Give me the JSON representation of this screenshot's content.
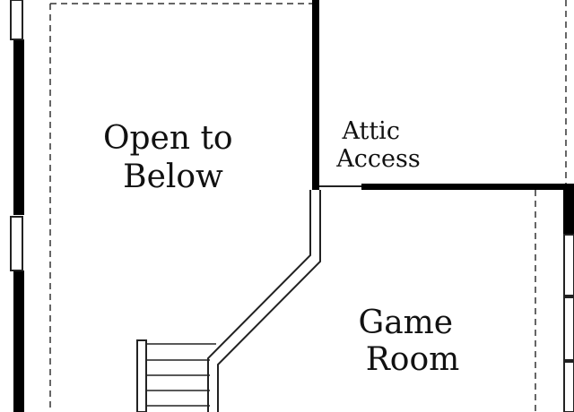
{
  "floor_plan": {
    "rooms": [
      {
        "id": "open_to_below",
        "lines": [
          "Open to",
          "Below"
        ]
      },
      {
        "id": "attic_access",
        "lines": [
          "Attic",
          "Access"
        ]
      },
      {
        "id": "game_room",
        "lines": [
          "Game",
          "Room"
        ]
      }
    ],
    "colors": {
      "wall": "#000000",
      "outline": "#222222",
      "dashed": "#333333",
      "background": "#ffffff",
      "text": "#111111"
    }
  }
}
